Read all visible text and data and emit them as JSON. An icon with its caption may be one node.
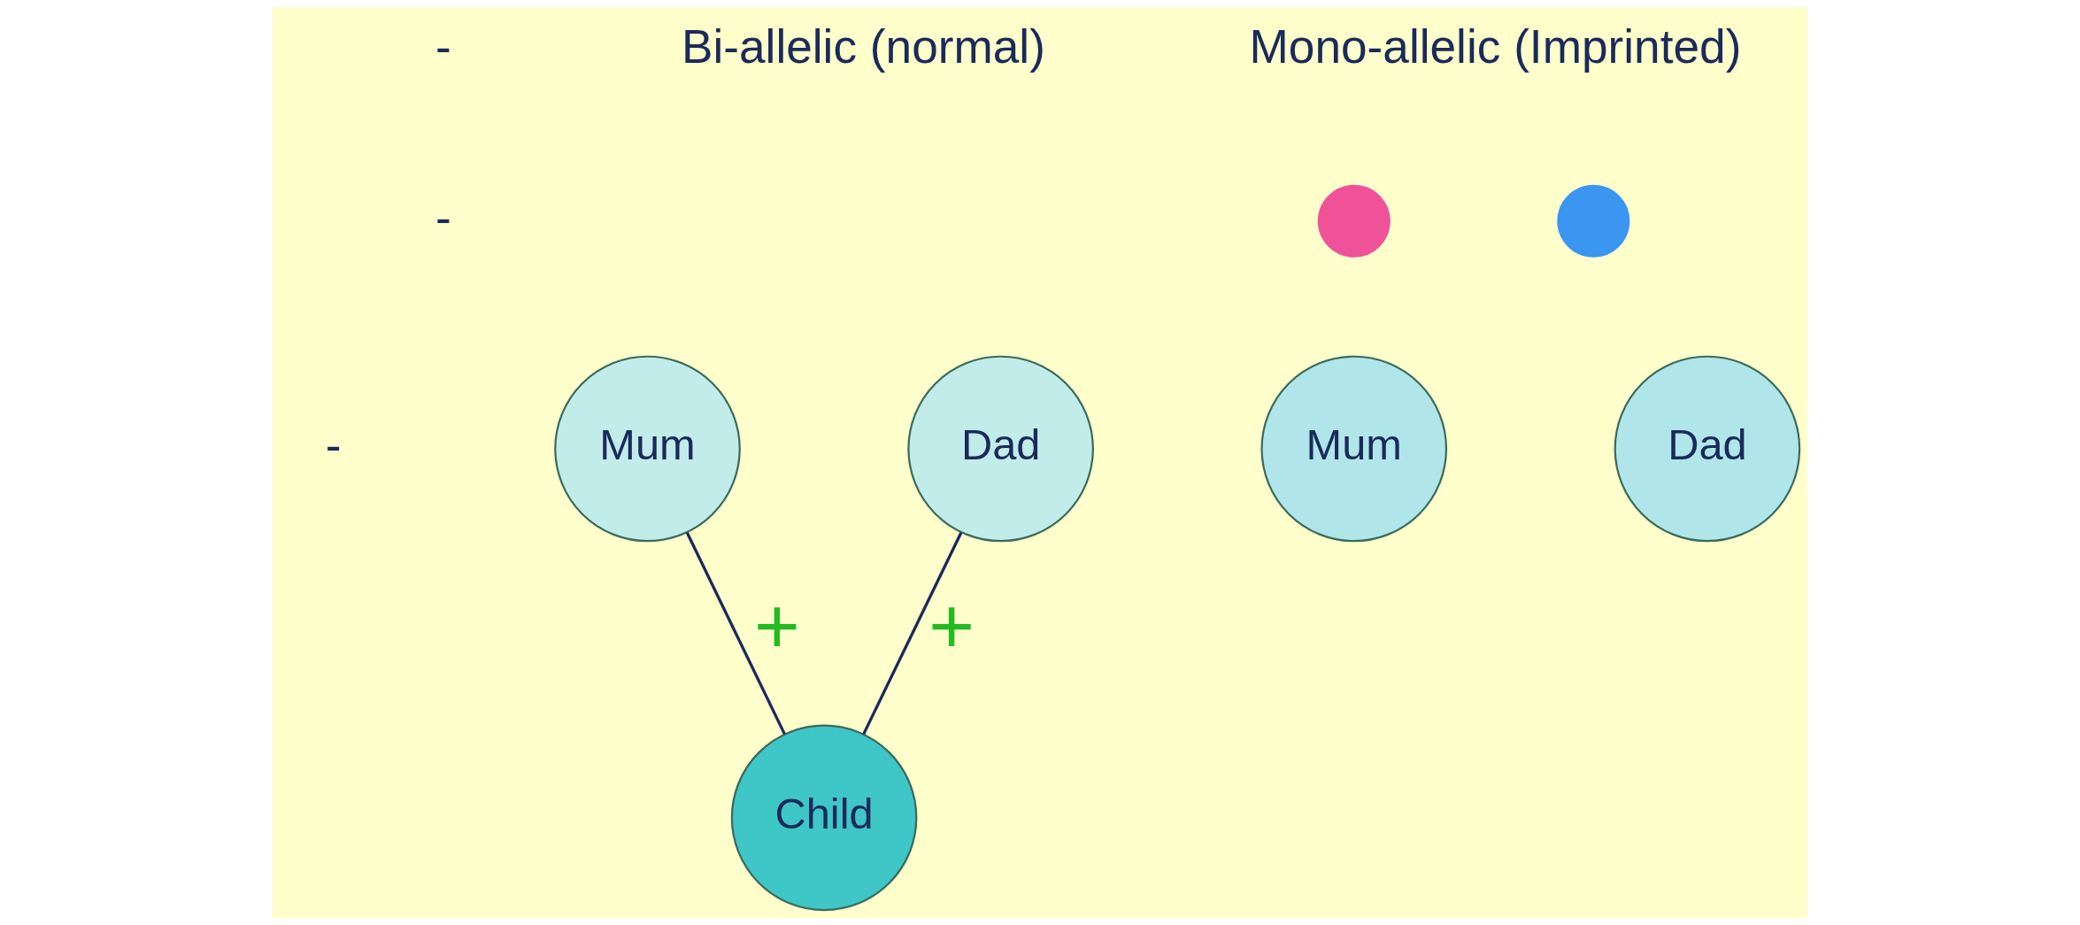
{
  "diagram": {
    "nodes": [
      {
        "text": [
          "Mum"
        ]
      },
      {
        "text": [
          "Dad"
        ]
      },
      {
        "text": [
          "Child"
        ]
      },
      {
        "text": [],
        "shape": "circle"
      },
      {
        "text": [
          "Mum"
        ]
      },
      {
        "text": [],
        "shape": "circle"
      },
      {
        "text": [
          "Dad"
        ]
      }
    ],
    "edges": [
      {
        "from": 0,
        "to": 2,
        "arrow": "none",
        "label": "+"
      },
      {
        "from": 1,
        "to": 2,
        "arrow": "none",
        "label": "+"
      }
    ],
    "labels": [
      "-",
      "Bi-allelic (normal)",
      "Mono-allelic (Imprinted)",
      "-",
      "-"
    ]
  }
}
